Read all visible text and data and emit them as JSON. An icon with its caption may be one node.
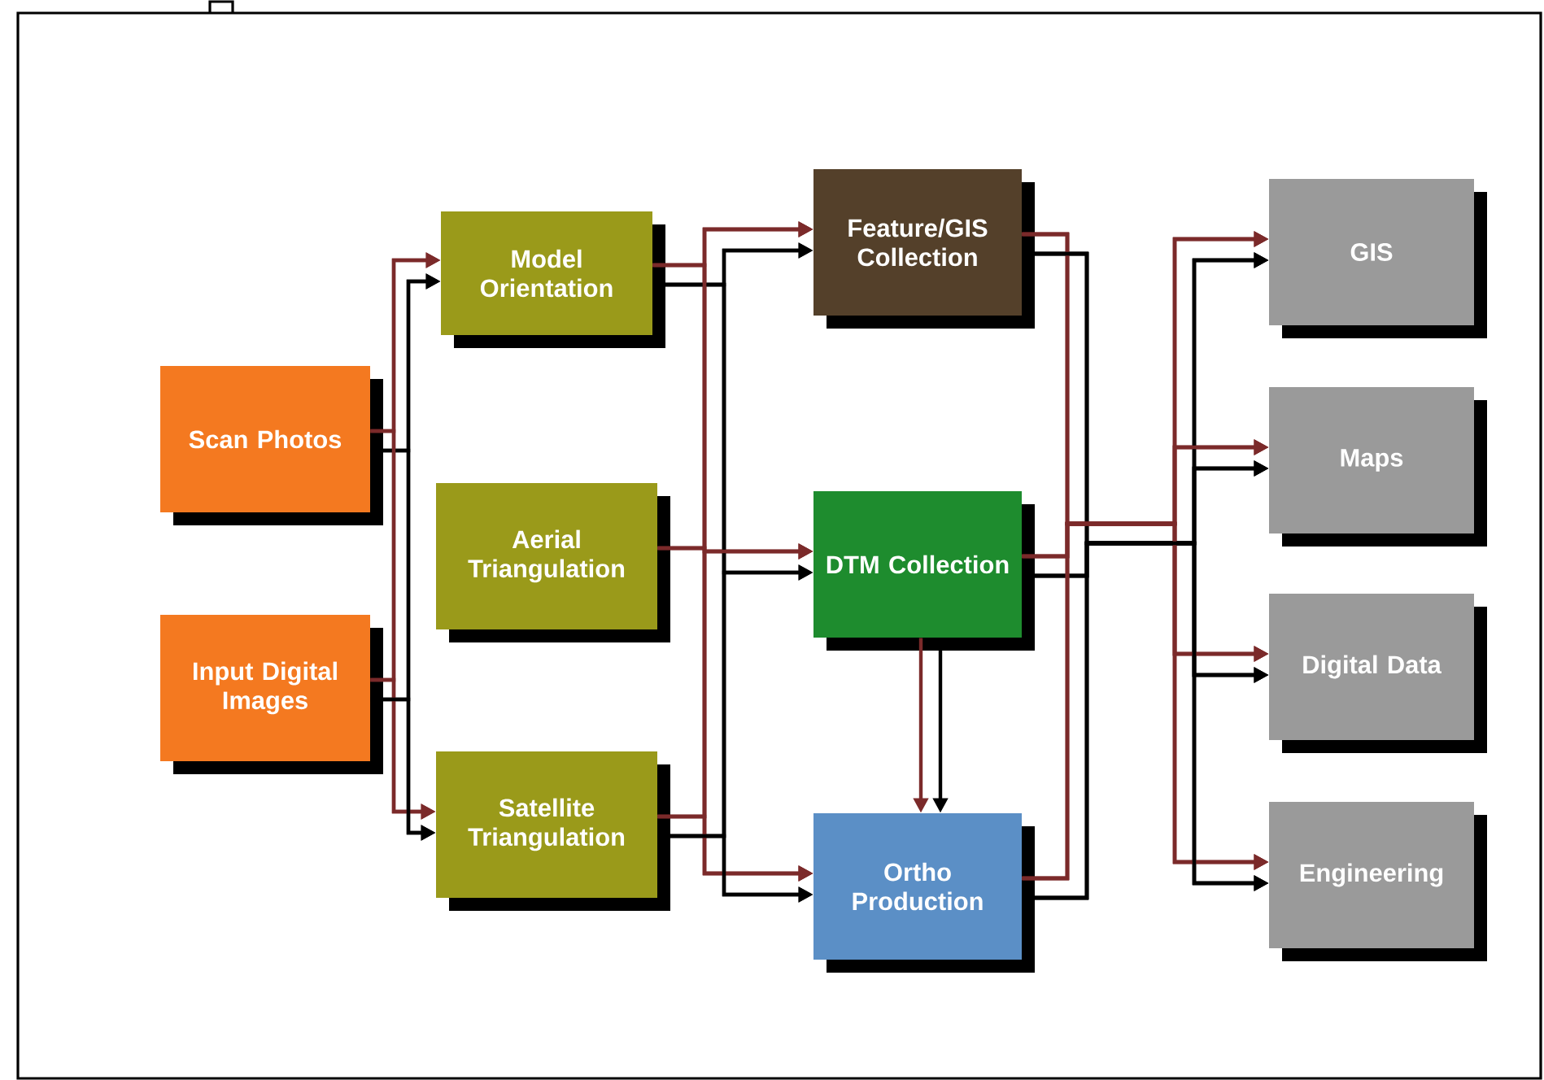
{
  "diagram": {
    "nodes": [
      {
        "text": [
          "Scan Photos"
        ]
      },
      {
        "text": [
          "Input Digital Images"
        ]
      },
      {
        "text": [
          "Model Orientation"
        ]
      },
      {
        "text": [
          "Aerial Triangulation"
        ]
      },
      {
        "text": [
          "Satellite Triangulation"
        ]
      },
      {
        "text": [
          "Feature/GIS Collection"
        ]
      },
      {
        "text": [
          "DTM Collection"
        ]
      },
      {
        "text": [
          "Ortho Production"
        ]
      },
      {
        "text": [
          "GIS"
        ]
      },
      {
        "text": [
          "Maps"
        ]
      },
      {
        "text": [
          "Digital Data"
        ]
      },
      {
        "text": [
          "Engineering"
        ]
      }
    ],
    "edges": [
      {
        "from": 0,
        "to": 2,
        "arrow": "to"
      },
      {
        "from": 0,
        "to": 2,
        "arrow": "to",
        "color": "#000000"
      },
      {
        "from": 0,
        "to": 4,
        "arrow": "to"
      },
      {
        "from": 0,
        "to": 4,
        "arrow": "to",
        "color": "#000000"
      },
      {
        "from": 1,
        "to": 2,
        "arrow": "to"
      },
      {
        "from": 1,
        "to": 2,
        "arrow": "to",
        "color": "#000000"
      },
      {
        "from": 1,
        "to": 4,
        "arrow": "to"
      },
      {
        "from": 1,
        "to": 4,
        "arrow": "to",
        "color": "#000000"
      },
      {
        "from": 2,
        "to": 5,
        "arrow": "to"
      },
      {
        "from": 2,
        "to": 5,
        "arrow": "to",
        "color": "#000000"
      },
      {
        "from": 2,
        "to": 6,
        "arrow": "to"
      },
      {
        "from": 2,
        "to": 6,
        "arrow": "to",
        "color": "#000000"
      },
      {
        "from": 2,
        "to": 7,
        "arrow": "to"
      },
      {
        "from": 2,
        "to": 7,
        "arrow": "to",
        "color": "#000000"
      },
      {
        "from": 3,
        "to": 5,
        "arrow": "to"
      },
      {
        "from": 3,
        "to": 6,
        "arrow": "to"
      },
      {
        "from": 3,
        "to": 7,
        "arrow": "to"
      },
      {
        "from": 4,
        "to": 5,
        "arrow": "to"
      },
      {
        "from": 4,
        "to": 5,
        "arrow": "to",
        "color": "#000000"
      },
      {
        "from": 4,
        "to": 6,
        "arrow": "to"
      },
      {
        "from": 4,
        "to": 6,
        "arrow": "to",
        "color": "#000000"
      },
      {
        "from": 4,
        "to": 7,
        "arrow": "to"
      },
      {
        "from": 4,
        "to": 7,
        "arrow": "to",
        "color": "#000000"
      },
      {
        "from": 6,
        "to": 7,
        "arrow": "to"
      },
      {
        "from": 6,
        "to": 7,
        "arrow": "to",
        "color": "#000000"
      },
      {
        "from": 5,
        "to": 8,
        "arrow": "to"
      },
      {
        "from": 5,
        "to": 8,
        "arrow": "to",
        "color": "#000000"
      },
      {
        "from": 5,
        "to": 9,
        "arrow": "to"
      },
      {
        "from": 5,
        "to": 9,
        "arrow": "to",
        "color": "#000000"
      },
      {
        "from": 5,
        "to": 10,
        "arrow": "to"
      },
      {
        "from": 5,
        "to": 10,
        "arrow": "to",
        "color": "#000000"
      },
      {
        "from": 5,
        "to": 11,
        "arrow": "to"
      },
      {
        "from": 5,
        "to": 11,
        "arrow": "to",
        "color": "#000000"
      },
      {
        "from": 6,
        "to": 8,
        "arrow": "to"
      },
      {
        "from": 6,
        "to": 8,
        "arrow": "to",
        "color": "#000000"
      },
      {
        "from": 6,
        "to": 9,
        "arrow": "to"
      },
      {
        "from": 6,
        "to": 9,
        "arrow": "to",
        "color": "#000000"
      },
      {
        "from": 6,
        "to": 10,
        "arrow": "to"
      },
      {
        "from": 6,
        "to": 10,
        "arrow": "to",
        "color": "#000000"
      },
      {
        "from": 6,
        "to": 11,
        "arrow": "to"
      },
      {
        "from": 6,
        "to": 11,
        "arrow": "to",
        "color": "#000000"
      },
      {
        "from": 7,
        "to": 8,
        "arrow": "to"
      },
      {
        "from": 7,
        "to": 8,
        "arrow": "to",
        "color": "#000000"
      },
      {
        "from": 7,
        "to": 9,
        "arrow": "to"
      },
      {
        "from": 7,
        "to": 9,
        "arrow": "to",
        "color": "#000000"
      },
      {
        "from": 7,
        "to": 10,
        "arrow": "to"
      },
      {
        "from": 7,
        "to": 10,
        "arrow": "to",
        "color": "#000000"
      },
      {
        "from": 7,
        "to": 11,
        "arrow": "to"
      },
      {
        "from": 7,
        "to": 11,
        "arrow": "to",
        "color": "#000000"
      }
    ]
  }
}
